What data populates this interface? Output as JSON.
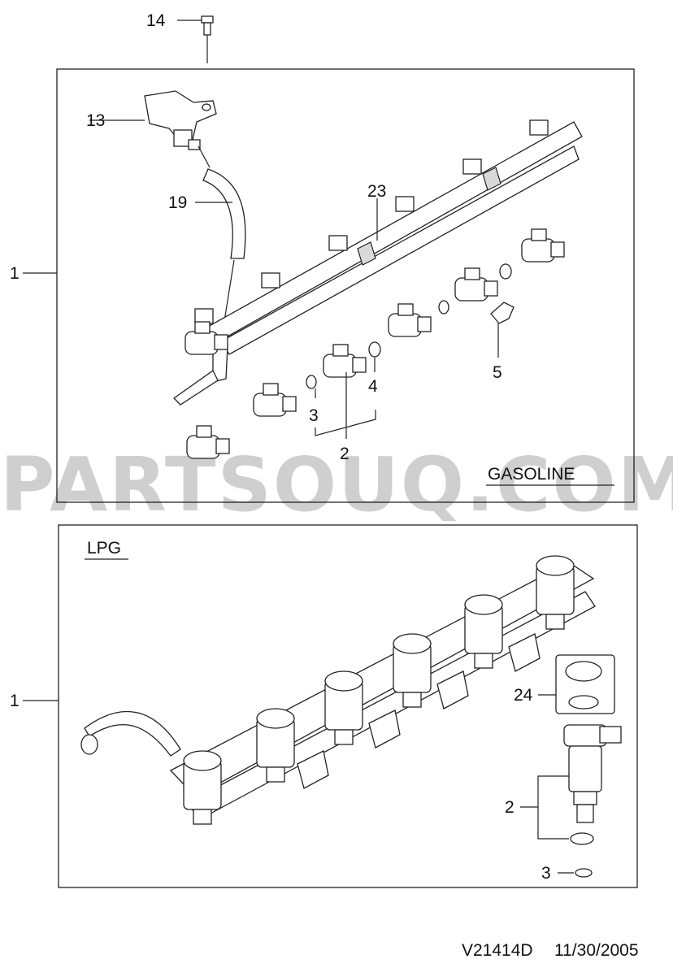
{
  "watermark": "PARTSOUQ.COM",
  "sections": {
    "gasoline": {
      "title": "GASOLINE"
    },
    "lpg": {
      "title": "LPG"
    }
  },
  "callouts": {
    "c14": "14",
    "c13": "13",
    "c19": "19",
    "c23": "23",
    "c1_top": "1",
    "c5": "5",
    "c4": "4",
    "c3_top": "3",
    "c2_top": "2",
    "c1_bottom": "1",
    "c24": "24",
    "c2_bottom": "2",
    "c3_bottom": "3"
  },
  "footer": {
    "code": "V21414D",
    "date": "11/30/2005"
  }
}
